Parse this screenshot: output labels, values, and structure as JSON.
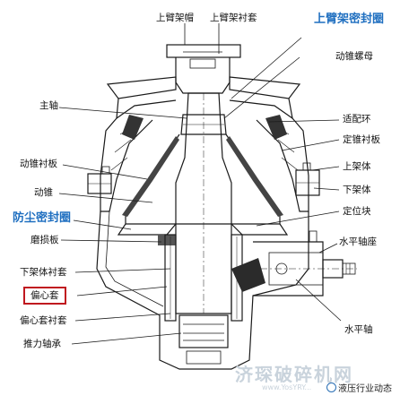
{
  "labels": {
    "upper_frame_cap": "上臂架帽",
    "upper_frame_sleeve": "上臂架衬套",
    "upper_frame_seal": "上臂架密封圈",
    "mantle_nut": "动锥螺母",
    "main_shaft": "主轴",
    "adapter_ring": "适配环",
    "concave": "定锥衬板",
    "mantle_liner": "动锥衬板",
    "upper_frame": "上架体",
    "mantle": "动锥",
    "lower_frame": "下架体",
    "dust_seal": "防尘密封圈",
    "positioning_block": "定位块",
    "wear_plate": "磨损板",
    "horizontal_shaft_seat": "水平轴座",
    "lower_frame_sleeve": "下架体衬套",
    "eccentric": "偏心套",
    "eccentric_sleeve": "偏心套衬套",
    "horizontal_shaft": "水平轴",
    "thrust_bearing": "推力轴承"
  },
  "watermark": {
    "text": "济琛破碎机网",
    "sub": "www.YosYRY..."
  },
  "brand": "液压行业动态",
  "colors": {
    "highlight_label": "#1f6fc0",
    "boxed_border": "#c0181f",
    "drawing": "#1a1a1a"
  }
}
